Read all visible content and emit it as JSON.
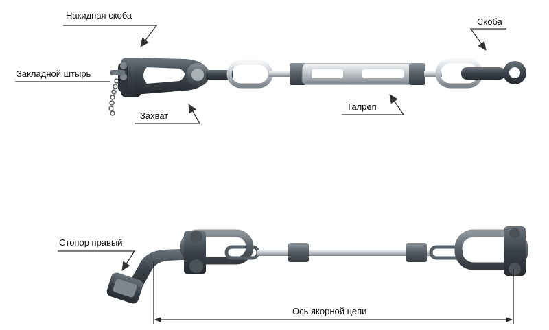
{
  "top_assembly": {
    "labels": {
      "shackle_cover": "Накидная скоба",
      "pin": "Закладной штырь",
      "grip": "Захват",
      "turnbuckle": "Талреп",
      "shackle": "Скоба"
    }
  },
  "bottom_assembly": {
    "labels": {
      "stopper": "Стопор правый",
      "axis": "Ось якорной цепи"
    }
  },
  "colors": {
    "dark_steel": "#3a4148",
    "mid_steel": "#5d666e",
    "light_steel": "#c9ced3",
    "line": "#222222"
  }
}
